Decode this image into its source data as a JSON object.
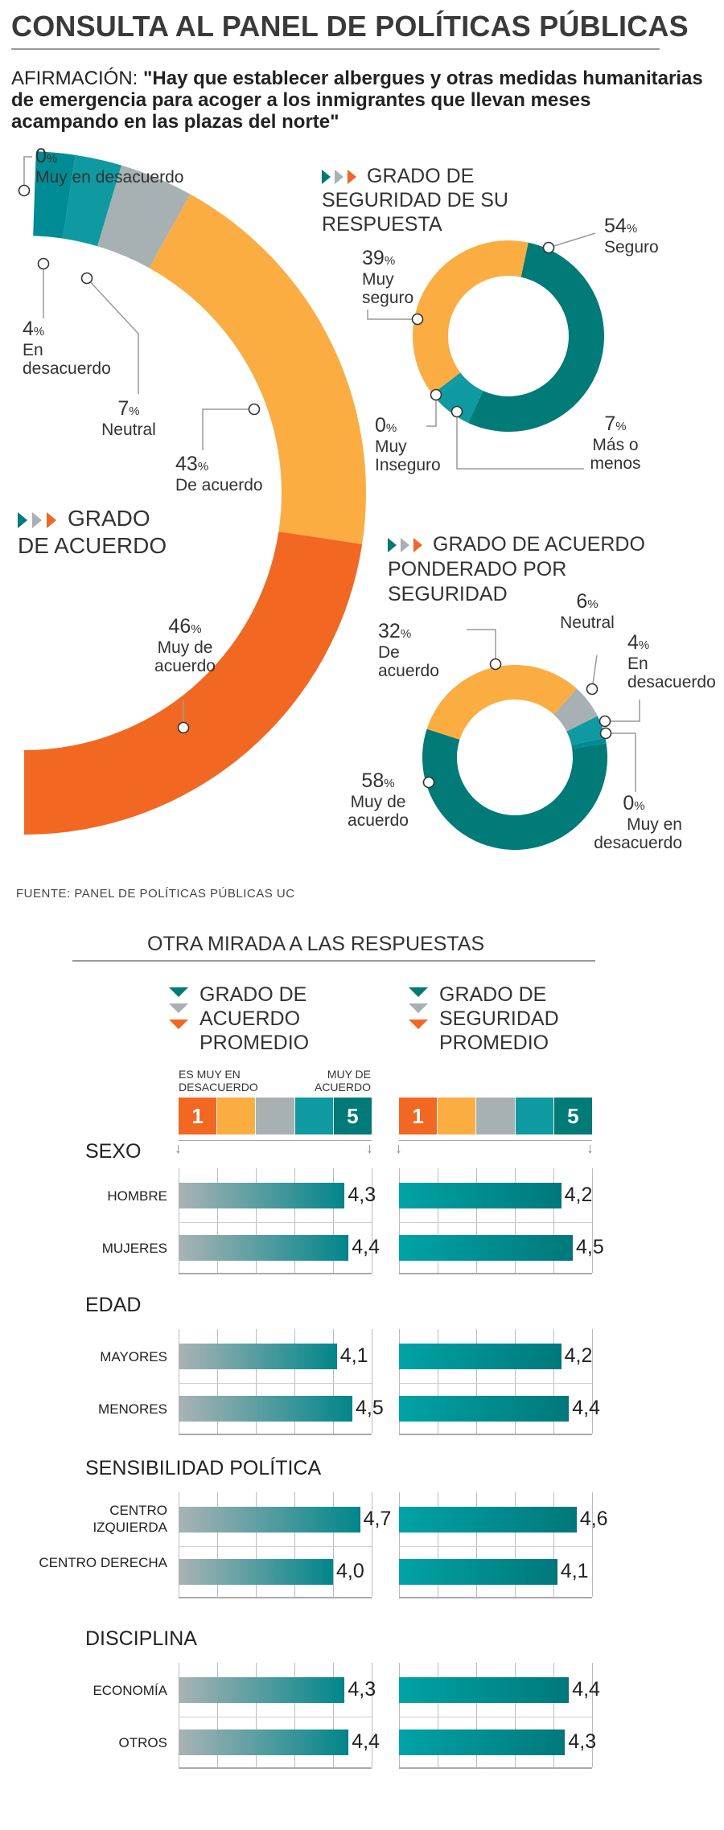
{
  "title": "CONSULTA AL PANEL DE POLÍTICAS PÚBLICAS",
  "statement": {
    "label": "AFIRMACIÓN:",
    "text": "\"Hay que establecer albergues y otras medidas humanitarias de emergencia para acoger a los inmigrantes que llevan meses acampando en las plazas del norte\""
  },
  "source": "FUENTE: PANEL DE POLÍTICAS PÚBLICAS UC",
  "colors": {
    "muy_desacuerdo": "#008c95",
    "desacuerdo": "#0e9aa0",
    "neutral": "#a7b1b4",
    "de_acuerdo": "#fcad42",
    "muy_acuerdo": "#f26722",
    "seguro": "#007b78",
    "mas_o_menos": "#0e9aa0",
    "grad_start": "#a9b3b5",
    "grad_end": "#00868a"
  },
  "chart_data": [
    {
      "type": "pie",
      "title": "GRADO DE ACUERDO",
      "slices": [
        {
          "label": "Muy en desacuerdo",
          "value": 0,
          "value_text": "0",
          "unit": "%"
        },
        {
          "label": "En desacuerdo",
          "value": 4,
          "value_text": "4",
          "unit": "%"
        },
        {
          "label": "Neutral",
          "value": 7,
          "value_text": "7",
          "unit": "%"
        },
        {
          "label": "De acuerdo",
          "value": 43,
          "value_text": "43",
          "unit": "%"
        },
        {
          "label": "Muy de acuerdo",
          "value": 46,
          "value_text": "46",
          "unit": "%"
        }
      ]
    },
    {
      "type": "pie",
      "title": "GRADO DE SEGURIDAD DE SU RESPUESTA",
      "slices": [
        {
          "label": "Seguro",
          "value": 54,
          "value_text": "54",
          "unit": "%"
        },
        {
          "label": "Más o menos",
          "value": 7,
          "value_text": "7",
          "unit": "%"
        },
        {
          "label": "Muy Inseguro",
          "value": 0,
          "value_text": "0",
          "unit": "%"
        },
        {
          "label": "Muy seguro",
          "value": 39,
          "value_text": "39",
          "unit": "%"
        }
      ]
    },
    {
      "type": "pie",
      "title": "GRADO DE ACUERDO PONDERADO POR SEGURIDAD",
      "slices": [
        {
          "label": "Neutral",
          "value": 6,
          "value_text": "6",
          "unit": "%"
        },
        {
          "label": "En desacuerdo",
          "value": 4,
          "value_text": "4",
          "unit": "%"
        },
        {
          "label": "Muy en desacuerdo",
          "value": 0,
          "value_text": "0",
          "unit": "%"
        },
        {
          "label": "Muy de acuerdo",
          "value": 58,
          "value_text": "58",
          "unit": "%"
        },
        {
          "label": "De acuerdo",
          "value": 32,
          "value_text": "32",
          "unit": "%"
        }
      ]
    },
    {
      "type": "bar",
      "title": "OTRA MIRADA A LAS RESPUESTAS",
      "scale": [
        1,
        5
      ],
      "scale_labels": {
        "min": "ES MUY EN DESACUERDO",
        "max": "MUY DE ACUERDO"
      },
      "series": [
        {
          "name": "GRADO DE ACUERDO PROMEDIO"
        },
        {
          "name": "GRADO DE SEGURIDAD PROMEDIO"
        }
      ],
      "groups": [
        {
          "name": "SEXO",
          "rows": [
            {
              "label": "HOMBRE",
              "acuerdo": 4.3,
              "acuerdo_text": "4,3",
              "seguridad": 4.2,
              "seguridad_text": "4,2"
            },
            {
              "label": "MUJERES",
              "acuerdo": 4.4,
              "acuerdo_text": "4,4",
              "seguridad": 4.5,
              "seguridad_text": "4,5"
            }
          ]
        },
        {
          "name": "EDAD",
          "rows": [
            {
              "label": "MAYORES",
              "acuerdo": 4.1,
              "acuerdo_text": "4,1",
              "seguridad": 4.2,
              "seguridad_text": "4,2"
            },
            {
              "label": "MENORES",
              "acuerdo": 4.5,
              "acuerdo_text": "4,5",
              "seguridad": 4.4,
              "seguridad_text": "4,4"
            }
          ]
        },
        {
          "name": "SENSIBILIDAD POLÍTICA",
          "rows": [
            {
              "label": "CENTRO IZQUIERDA",
              "acuerdo": 4.7,
              "acuerdo_text": "4,7",
              "seguridad": 4.6,
              "seguridad_text": "4,6"
            },
            {
              "label": "CENTRO DERECHA",
              "acuerdo": 4.0,
              "acuerdo_text": "4,0",
              "seguridad": 4.1,
              "seguridad_text": "4,1"
            }
          ]
        },
        {
          "name": "DISCIPLINA",
          "rows": [
            {
              "label": "ECONOMÍA",
              "acuerdo": 4.3,
              "acuerdo_text": "4,3",
              "seguridad": 4.4,
              "seguridad_text": "4,4"
            },
            {
              "label": "OTROS",
              "acuerdo": 4.4,
              "acuerdo_text": "4,4",
              "seguridad": 4.3,
              "seguridad_text": "4,3"
            }
          ]
        }
      ]
    }
  ],
  "scale_boxes": [
    "1",
    "",
    "",
    "",
    "5"
  ]
}
